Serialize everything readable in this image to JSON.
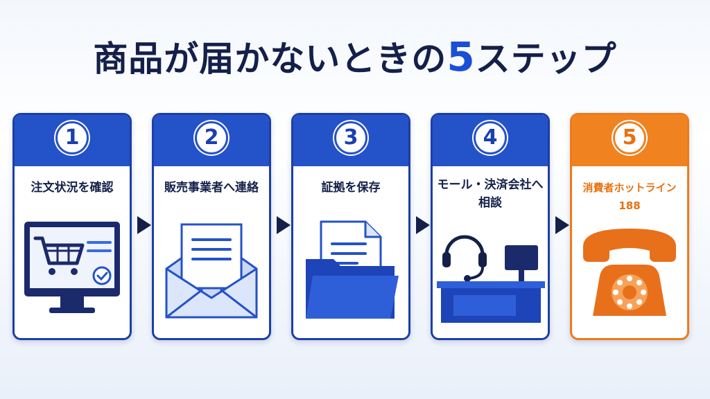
{
  "title": {
    "main": "商品が届かないときの",
    "accent": "5",
    "suffix": "ステップ"
  },
  "colors": {
    "navy": "#14204a",
    "blue": "#2452c8",
    "orange": "#f08220"
  },
  "steps": [
    {
      "number": "1",
      "label": "注文状況を確認",
      "icon": "computer-cart-icon"
    },
    {
      "number": "2",
      "label": "販売事業者へ連絡",
      "icon": "envelope-icon"
    },
    {
      "number": "3",
      "label": "証拠を保存",
      "icon": "folder-document-icon"
    },
    {
      "number": "4",
      "label": "モール・決済会社へ相談",
      "icon": "headset-desk-icon"
    },
    {
      "number": "5",
      "label": "消費者ホットライン188",
      "icon": "telephone-icon"
    }
  ]
}
